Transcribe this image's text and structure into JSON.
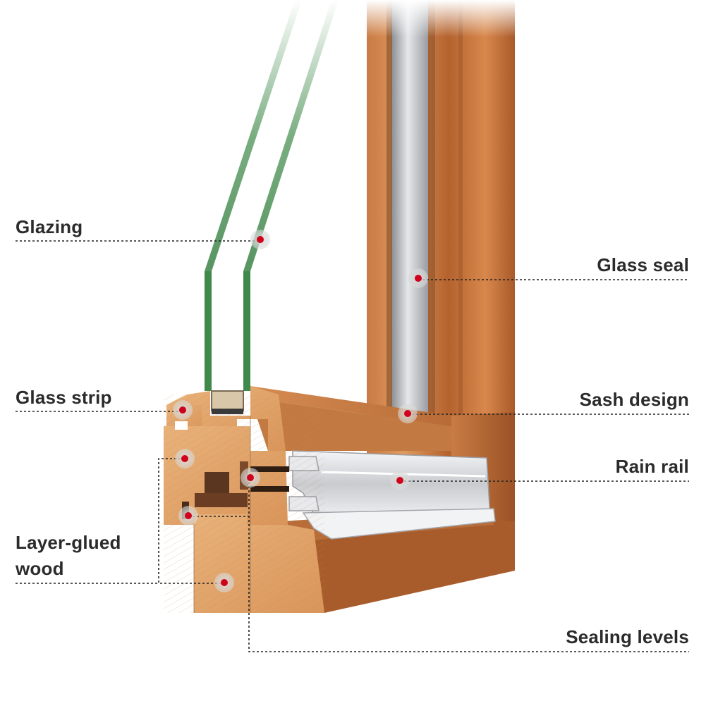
{
  "diagram": {
    "labels": {
      "glazing": "Glazing",
      "glass_seal": "Glass seal",
      "glass_strip": "Glass strip",
      "sash_design": "Sash design",
      "rain_rail": "Rain rail",
      "layer_glued_wood_line1": "Layer-glued",
      "layer_glued_wood_line2": "wood",
      "sealing_levels": "Sealing levels"
    },
    "colors": {
      "marker": "#d0021b",
      "marker_halo": "#d9d9d9",
      "leader_line": "#222222",
      "label_text": "#2b2b2b",
      "wood_light": "#e0a56b",
      "wood_dark": "#b86a35",
      "glass_green": "#3f8a4a",
      "aluminium": "#dcdde0"
    }
  }
}
